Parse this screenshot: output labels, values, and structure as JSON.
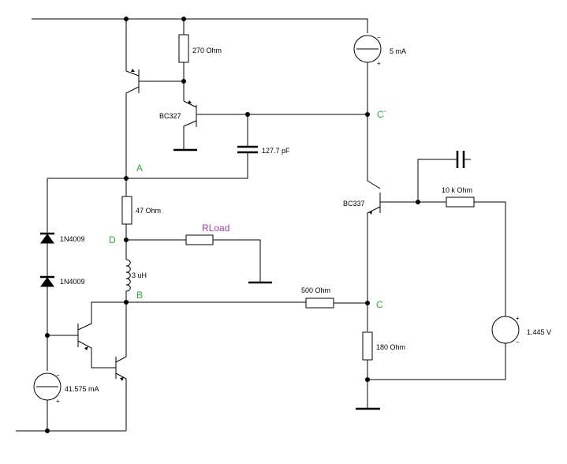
{
  "nodes": {
    "a": "A",
    "b": "B",
    "c": "C",
    "c_prime": "C´",
    "d": "D"
  },
  "components": {
    "r_top": "270  Ohm",
    "r_47": "47  Ohm",
    "r_500": "500  Ohm",
    "r_180": "180  Ohm",
    "r_10k": "10 k  Ohm",
    "rload": "RLoad",
    "cap": "127.7 pF",
    "inductor": "3 uH",
    "diode1": "1N4009",
    "diode2": "1N4009",
    "q_pnp": "BC327",
    "q_npn": "BC337",
    "i_src_top": "5 mA",
    "i_src_bottom": "41.575 mA",
    "v_src": "1.445  V"
  },
  "polarity": {
    "minus": "−",
    "plus": "+"
  }
}
